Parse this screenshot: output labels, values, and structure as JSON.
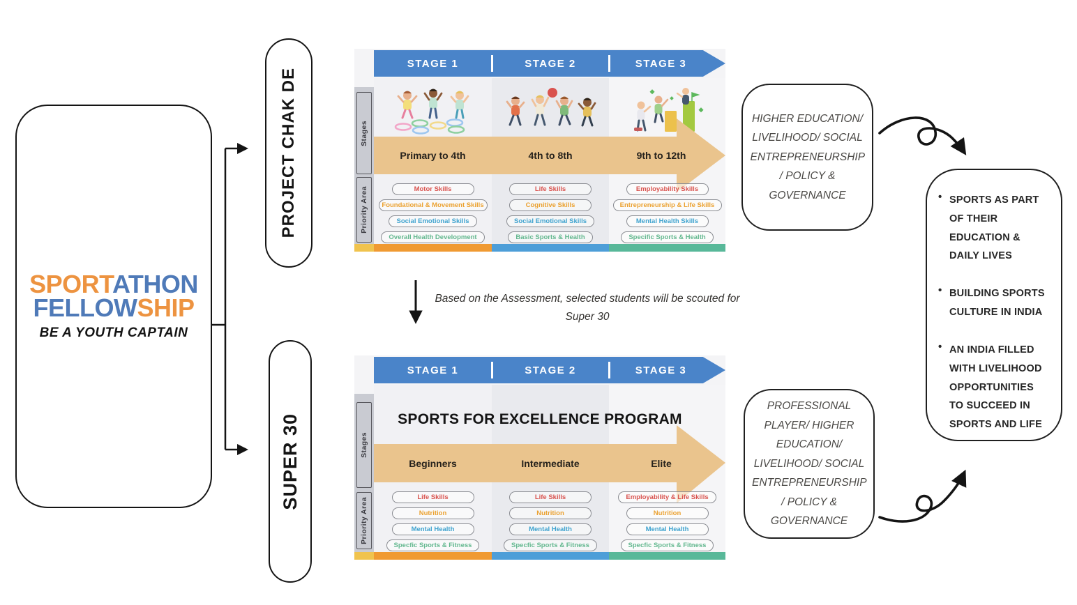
{
  "diagram": {
    "logo": {
      "word1_a": "SPORT",
      "word1_b": "ATHON",
      "word2_a": "FELLOW",
      "word2_b": "SHIP",
      "tagline": "BE A YOUTH CAPTAIN"
    },
    "branch1": "PROJECT CHAK DE",
    "branch2": "SUPER 30",
    "sidebar": {
      "stages": "Stages",
      "priority": "Priority Area"
    },
    "chakde": {
      "stages": [
        "STAGE 1",
        "STAGE 2",
        "STAGE 3"
      ],
      "levels": [
        "Primary to 4th",
        "4th to 8th",
        "9th to 12th"
      ],
      "priorities": [
        [
          "Motor Skills",
          "Foundational & Movement Skills",
          "Social Emotional Skills",
          "Overall Health Development"
        ],
        [
          "Life Skills",
          "Cognitive Skills",
          "Social Emotional Skills",
          "Basic Sports & Health"
        ],
        [
          "Employability Skills",
          "Entrepreneurship & Life Skills",
          "Mental Health Skills",
          "Specific Sports & Health"
        ]
      ]
    },
    "note": "Based on the Assessment, selected students will be scouted for Super 30",
    "super30": {
      "program_title": "SPORTS FOR EXCELLENCE PROGRAM",
      "stages": [
        "STAGE 1",
        "STAGE 2",
        "STAGE 3"
      ],
      "levels": [
        "Beginners",
        "Intermediate",
        "Elite"
      ],
      "priorities": [
        [
          "Life Skills",
          "Nutrition",
          "Mental Health",
          "Specfic Sports & Fitness"
        ],
        [
          "Life Skills",
          "Nutrition",
          "Mental Health",
          "Specfic Sports & Fitness"
        ],
        [
          "Employability & Life Skills",
          "Nutrition",
          "Mental Health",
          "Specfic Sports & Fitness"
        ]
      ]
    },
    "outcome_chakde": "HIGHER EDUCATION/ LIVELIHOOD/ SOCIAL ENTREPRENEURSHIP / POLICY & GOVERNANCE",
    "outcome_super30": "PROFESSIONAL PLAYER/ HIGHER EDUCATION/ LIVELIHOOD/ SOCIAL ENTREPRENEURSHIP / POLICY & GOVERNANCE",
    "vision": [
      "SPORTS AS PART OF THEIR EDUCATION & DAILY LIVES",
      "BUILDING SPORTS CULTURE IN INDIA",
      "AN INDIA FILLED WITH LIVELIHOOD OPPORTUNITIES TO SUCCEED IN SPORTS AND LIFE"
    ],
    "icons": {
      "stage1": "children-hopscotch-rings-illustration",
      "stage2": "children-ball-game-illustration",
      "stage3": "career-growth-bars-illustration"
    },
    "colors": {
      "banner_blue": "#4a84c9",
      "arrow_tan": "#eac48d",
      "bar_yellow": "#f0c34e",
      "bar_orange": "#f09a32",
      "bar_blue": "#4d9ed8",
      "bar_green": "#58b899",
      "pill_red": "#d9534f",
      "pill_orange": "#eba12f",
      "pill_blue": "#3fa3cf",
      "pill_green": "#63b88f",
      "logo_orange": "#ed9340",
      "logo_blue": "#4f7ab8"
    }
  }
}
